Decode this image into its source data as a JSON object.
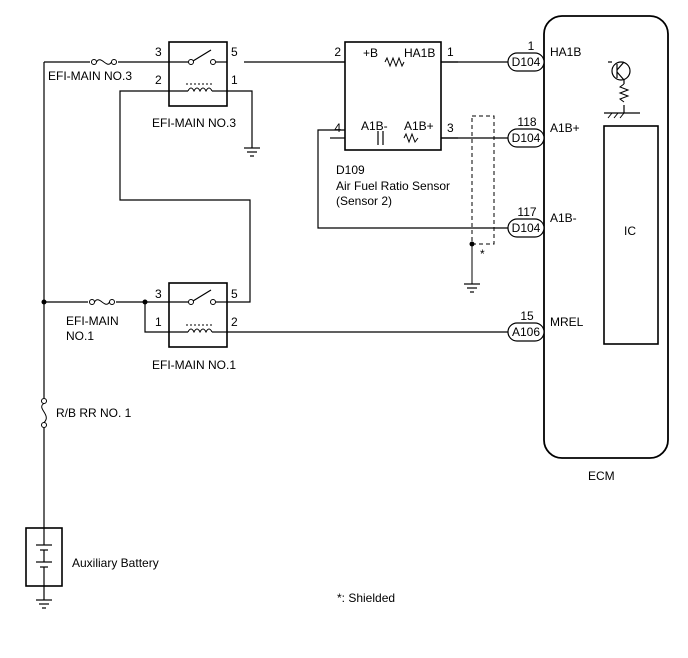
{
  "relays": {
    "efi_main_no3": {
      "label": "EFI-MAIN NO.3",
      "fuse_label": "EFI-MAIN NO.3",
      "pins": {
        "p3": "3",
        "p5": "5",
        "p2": "2",
        "p1": "1"
      }
    },
    "efi_main_no1": {
      "label": "EFI-MAIN NO.1",
      "fuse_label_line1": "EFI-MAIN",
      "fuse_label_line2": "NO.1",
      "pins": {
        "p3": "3",
        "p5": "5",
        "p1": "1",
        "p2": "2"
      }
    }
  },
  "fuse_rb": {
    "label": "R/B RR NO. 1"
  },
  "battery": {
    "label": "Auxiliary Battery"
  },
  "sensor": {
    "code": "D109",
    "name_line1": "Air Fuel Ratio Sensor",
    "name_line2": "(Sensor 2)",
    "terminals": {
      "plus_b": "+B",
      "ha1b": "HA1B",
      "a1b_minus": "A1B-",
      "a1b_plus": "A1B+"
    },
    "pins": {
      "p2": "2",
      "p1": "1",
      "p4": "4",
      "p3": "3"
    }
  },
  "ecm": {
    "label": "ECM",
    "ic_label": "IC",
    "connectors": [
      {
        "pin": "1",
        "connector": "D104",
        "terminal": "HA1B"
      },
      {
        "pin": "118",
        "connector": "D104",
        "terminal": "A1B+"
      },
      {
        "pin": "117",
        "connector": "D104",
        "terminal": "A1B-"
      },
      {
        "pin": "15",
        "connector": "A106",
        "terminal": "MREL"
      }
    ]
  },
  "shield": {
    "marker": "*",
    "note": "*: Shielded"
  }
}
